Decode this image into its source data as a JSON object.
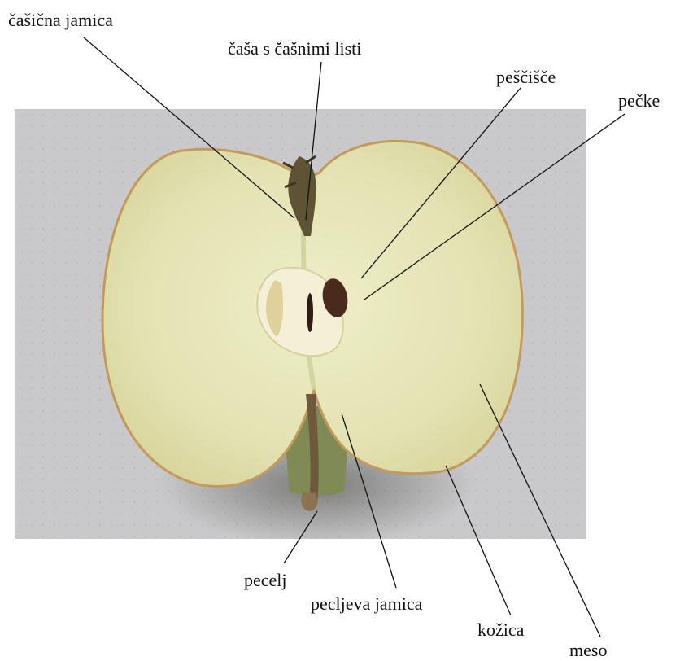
{
  "figure": {
    "labels": {
      "casicna_jamica": "čašična jamica",
      "casa_s_casnimi_listi": "čaša s čašnimi listi",
      "pescisce": "peščišče",
      "pecke": "pečke",
      "pecelj": "pecelj",
      "pecljeva_jamica": "pecljeva jamica",
      "kozica": "kožica",
      "meso": "meso"
    },
    "colors": {
      "background_photo": "#c9c9cb",
      "apple_flesh": "#e3e3b4",
      "apple_skin": "#c49a5c",
      "core": "#f1efd5",
      "seed": "#4a2a1c",
      "stem": "#6e5a3a",
      "leader_line": "#111111"
    }
  }
}
